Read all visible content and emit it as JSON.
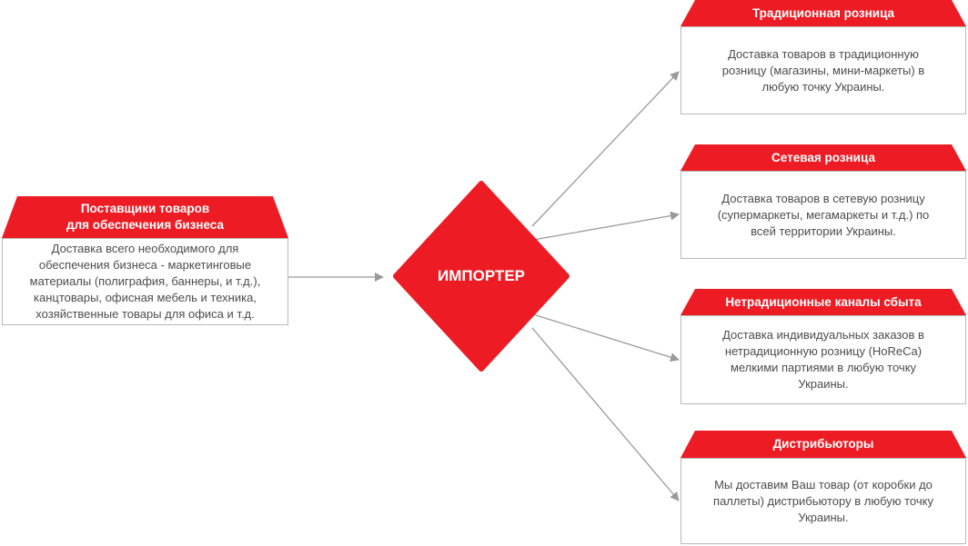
{
  "colors": {
    "accent": "#ed1c24",
    "connector": "#9a9a9a",
    "border": "#b8b8b8",
    "text": "#4d4d4d"
  },
  "center": {
    "label": "ИМПОРТЕР"
  },
  "source": {
    "title": "Поставщики товаров\nдля обеспечения бизнеса",
    "text": "Доставка всего необходимого  для\nобеспечения бизнеса - маркетинговые\nматериалы (полиграфия, баннеры, и т.д.),\nканцтовары, офисная мебель и техника,\nхозяйственные товары для офиса и т.д."
  },
  "channels": [
    {
      "title": "Традиционная розница",
      "text": "Доставка товаров в традиционную\nрозницу (магазины, мини-маркеты) в\nлюбую точку Украины."
    },
    {
      "title": "Сетевая розница",
      "text": "Доставка товаров в сетевую розницу\n(супермаркеты, мегамаркеты и т.д.) по\nвсей территории Украины."
    },
    {
      "title": "Нетрадиционные каналы сбыта",
      "text": "Доставка индивидуальных заказов  в\nнетрадиционную розницу (HoReCa)\nмелкими партиями в любую точку\nУкраины."
    },
    {
      "title": "Дистрибьюторы",
      "text": "Мы доставим Ваш товар (от коробки до\nпаллеты) дистрибьютору в любую точку\nУкраины."
    }
  ]
}
